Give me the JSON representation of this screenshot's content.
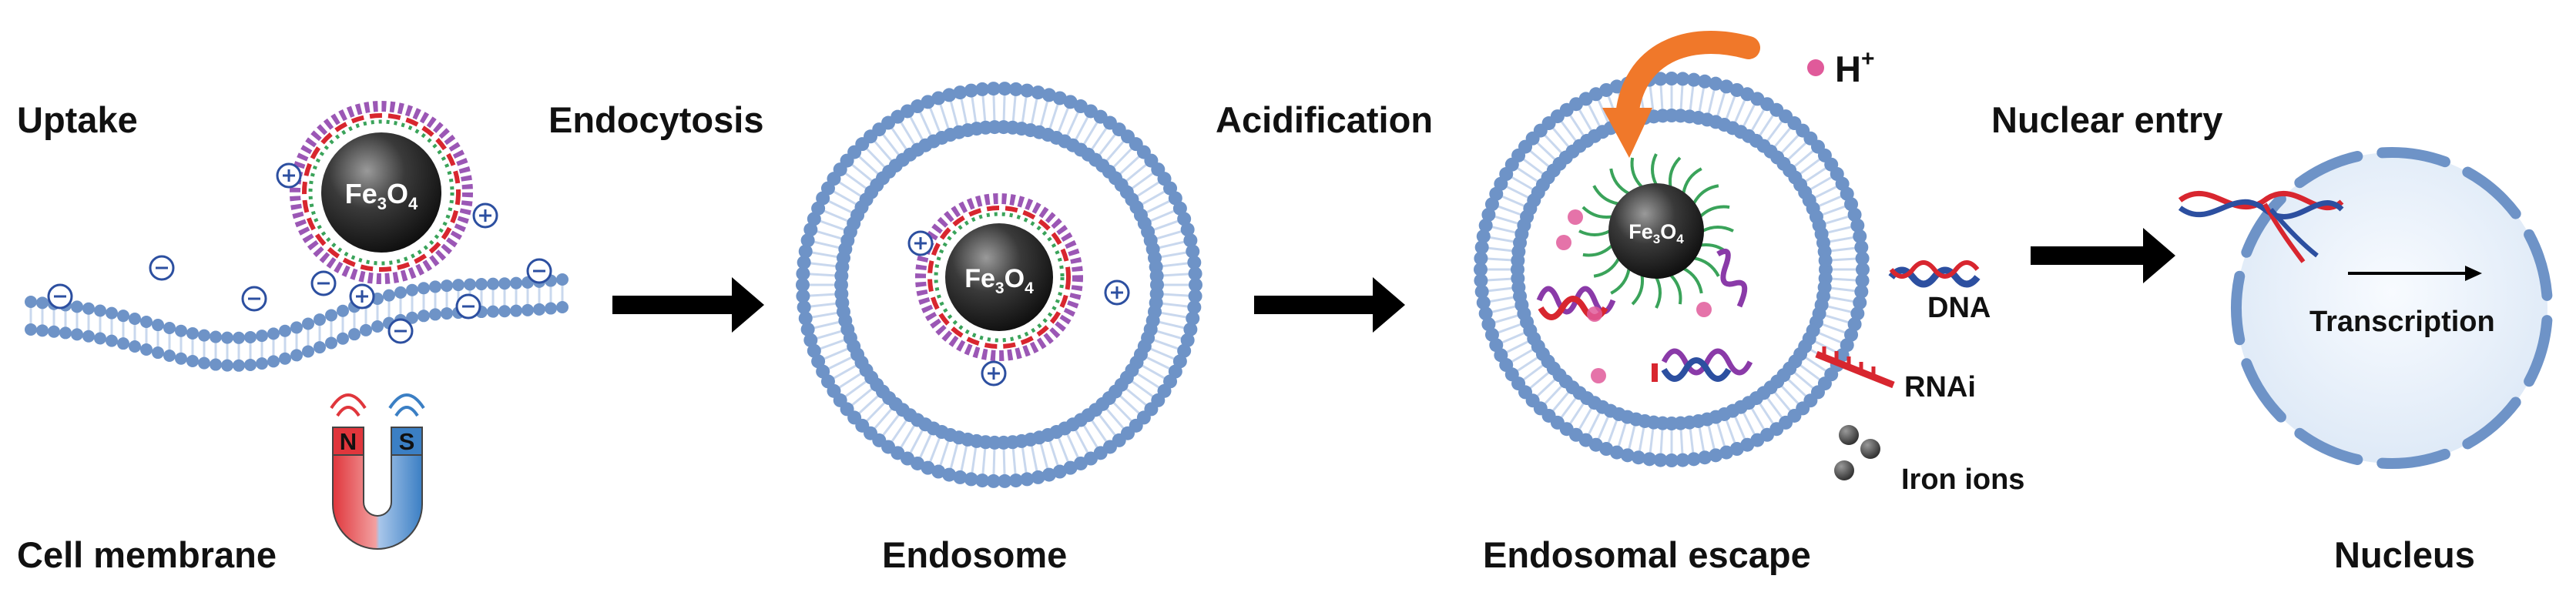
{
  "labels": {
    "uptake": "Uptake",
    "endocytosis": "Endocytosis",
    "acidification": "Acidification",
    "nuclear_entry": "Nuclear entry",
    "cell_membrane": "Cell membrane",
    "endosome": "Endosome",
    "endosomal_escape": "Endosomal escape",
    "nucleus": "Nucleus",
    "h_plus": "H",
    "h_plus_sup": "+",
    "dna": "DNA",
    "rnai": "RNAi",
    "iron_ions": "Iron ions",
    "transcription": "Transcription",
    "magnet_n": "N",
    "magnet_s": "S"
  },
  "particle": {
    "base": "Fe",
    "sub1": "3",
    "mid": "O",
    "sub2": "4"
  },
  "colors": {
    "membrane_blue": "#6e93c7",
    "membrane_light": "#c9d8ee",
    "particle_dark": "#2b2b2b",
    "arrow_black": "#000000",
    "orange_arrow": "#f0782a",
    "magnet_red": "#e0363c",
    "magnet_blue": "#3b7fc4",
    "dna_red": "#d8262f",
    "dna_blue": "#2c4fa0",
    "polymer_purple": "#8a3aa8",
    "ligand_green": "#3aa35a",
    "proton_pink": "#e05a9a",
    "iron_gray": "#555555"
  },
  "icons": [
    "magnet-icon",
    "plus-charge-icon",
    "minus-charge-icon",
    "process-arrow-icon"
  ]
}
